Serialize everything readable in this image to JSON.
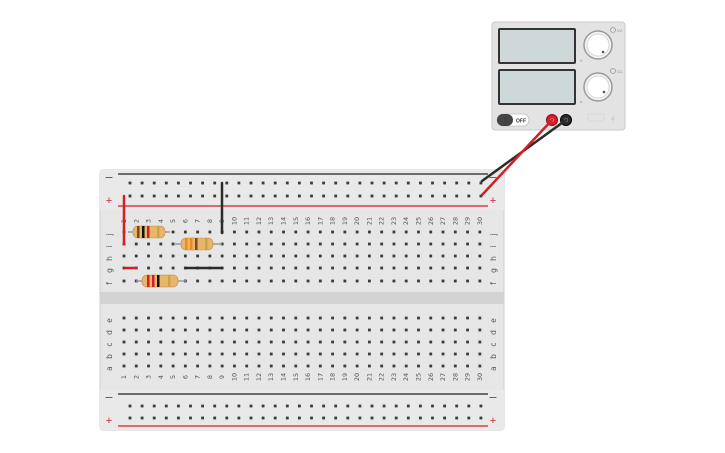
{
  "breadboard": {
    "column_numbers": [
      "1",
      "2",
      "3",
      "4",
      "5",
      "6",
      "7",
      "8",
      "9",
      "10",
      "11",
      "12",
      "13",
      "14",
      "15",
      "16",
      "17",
      "18",
      "19",
      "20",
      "21",
      "22",
      "23",
      "24",
      "25",
      "26",
      "27",
      "28",
      "29",
      "30"
    ],
    "upper_row_letters": [
      "j",
      "i",
      "h",
      "g",
      "f"
    ],
    "lower_row_letters": [
      "e",
      "d",
      "c",
      "b",
      "a"
    ],
    "rail_minus": "−",
    "rail_plus": "+"
  },
  "power_supply": {
    "switch_label": "OFF",
    "channel_1_tag": "VC",
    "channel_2_tag": "CC"
  },
  "colors": {
    "board": "#e6e6e6",
    "board_gap": "#d2d2d2",
    "hole": "#3a3a3a",
    "rail_red": "#d41f26",
    "rail_black": "#222222",
    "wire_red": "#d41f26",
    "wire_black": "#2b2b2b",
    "resistor_body": "#e8b66a",
    "supply_body": "#e3e3e3",
    "lcd": "#cfd8d8"
  }
}
